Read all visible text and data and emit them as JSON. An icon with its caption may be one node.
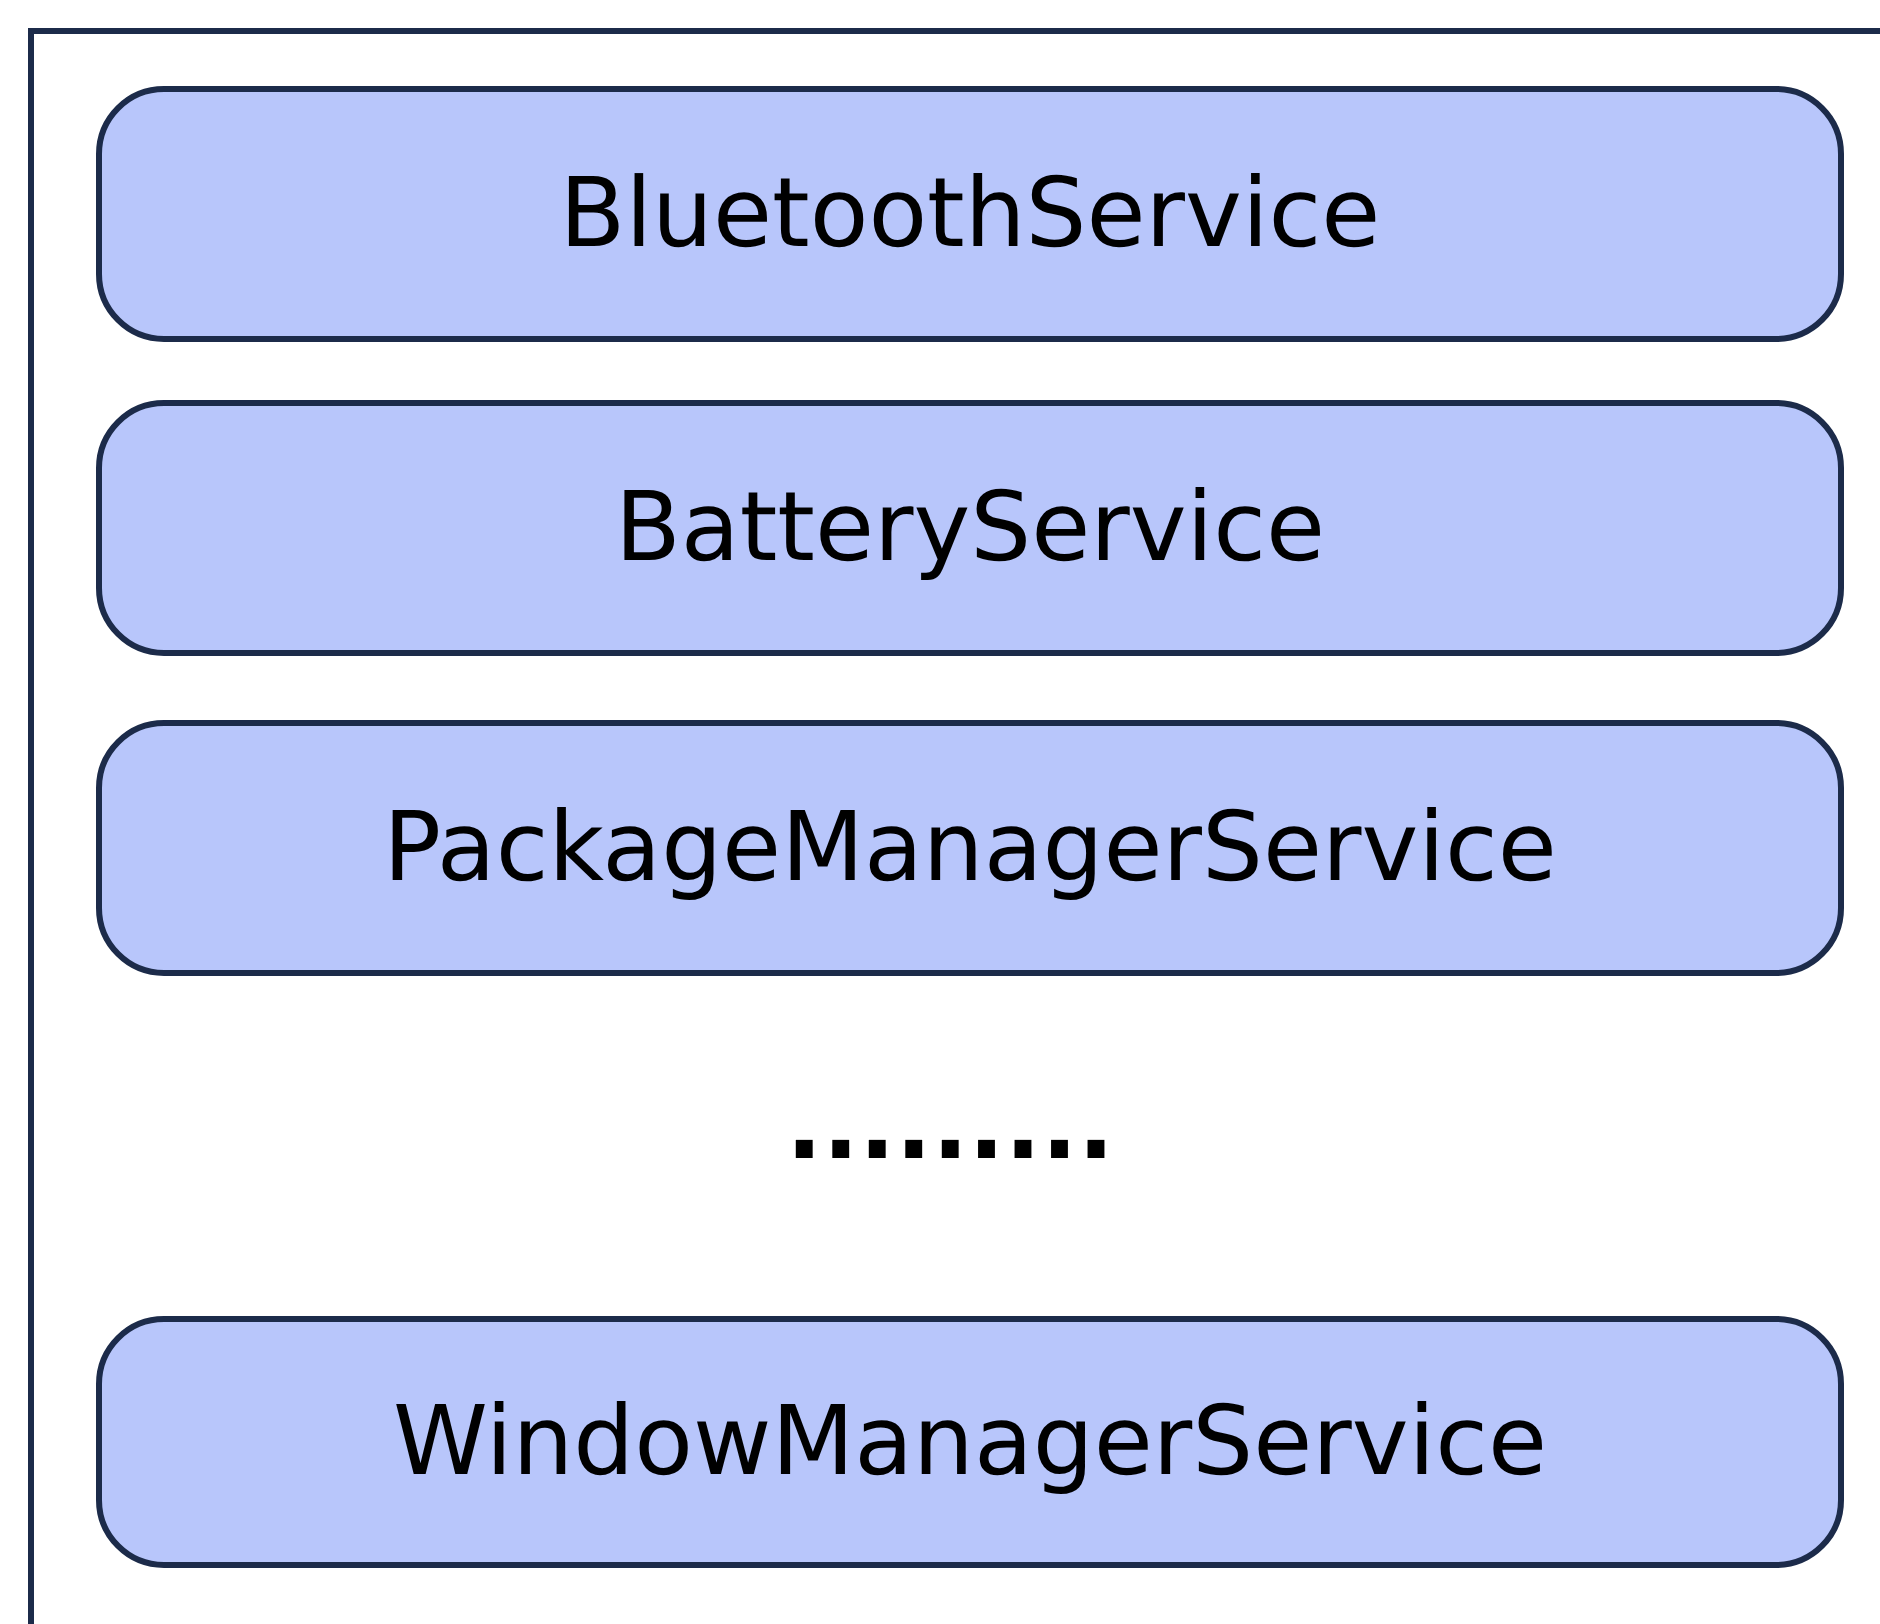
{
  "diagram": {
    "nodes": [
      {
        "text": [],
        "shape": "box"
      },
      {
        "text": [
          "BluetoothService"
        ],
        "in": 0
      },
      {
        "text": [
          "BatteryService"
        ],
        "in": 0
      },
      {
        "text": [
          "PackageManagerService"
        ],
        "in": 0
      },
      {
        "text": [
          "WindowManagerService"
        ],
        "in": 0
      }
    ],
    "labels": [
      "........."
    ]
  }
}
